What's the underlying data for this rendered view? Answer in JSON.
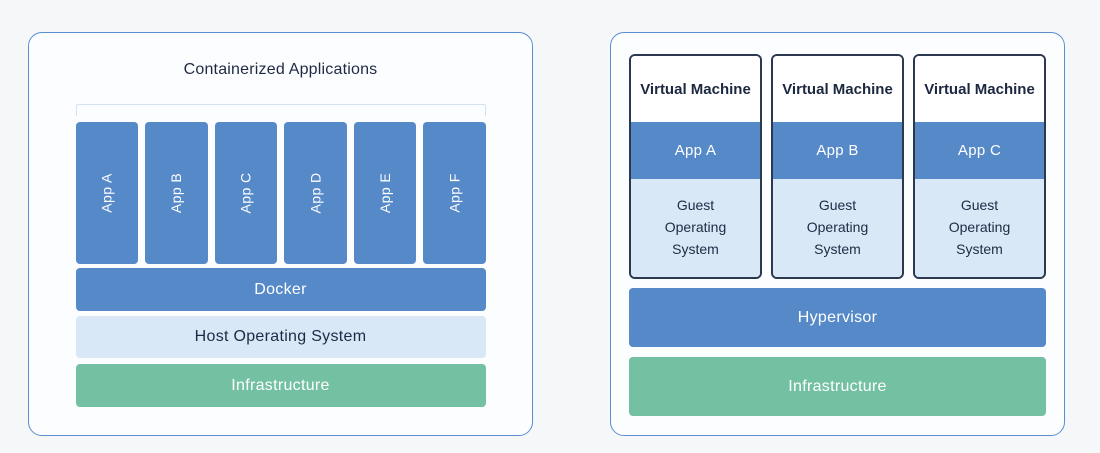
{
  "colors": {
    "page_background": "#f5f7f9",
    "panel_background": "#fcfdfe",
    "panel_border_blue": "#5a8ed2",
    "block_blue": "#5689c8",
    "block_light_blue": "#d9e8f7",
    "block_green": "#73c0a2",
    "vm_card_border": "#2c3850",
    "dark_navy_text": "#1e2a44",
    "bracket_line": "#d3e3f4",
    "white_text": "#ffffff"
  },
  "left_panel": {
    "title": "Containerized Applications",
    "apps": [
      "App A",
      "App B",
      "App C",
      "App D",
      "App E",
      "App F"
    ],
    "layers": {
      "runtime": "Docker",
      "os": "Host Operating System",
      "infrastructure": "Infrastructure"
    }
  },
  "right_panel": {
    "vms": [
      {
        "title": "Virtual Machine",
        "app": "App A",
        "os": "Guest Operating System"
      },
      {
        "title": "Virtual Machine",
        "app": "App B",
        "os": "Guest Operating System"
      },
      {
        "title": "Virtual Machine",
        "app": "App C",
        "os": "Guest Operating System"
      }
    ],
    "layers": {
      "hypervisor": "Hypervisor",
      "infrastructure": "Infrastructure"
    }
  }
}
